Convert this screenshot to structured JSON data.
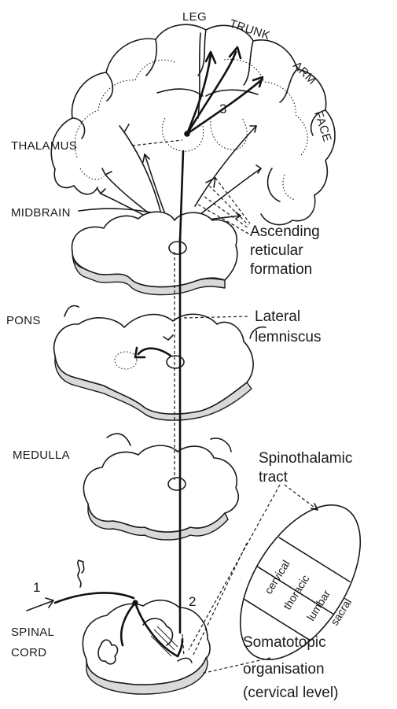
{
  "labels": {
    "leg": "LEG",
    "trunk": "TRUNK",
    "arm": "ARM",
    "face": "FACE",
    "thalamus": "THALAMUS",
    "midbrain": "MIDBRAIN",
    "pons": "PONS",
    "medulla": "MEDULLA",
    "spinal": "SPINAL",
    "cord": "CORD",
    "ascending_1": "Ascending",
    "ascending_2": "reticular",
    "ascending_3": "formation",
    "lateral_1": "Lateral",
    "lateral_2": "lemniscus",
    "spinothalamic_1": "Spinothalamic",
    "spinothalamic_2": "tract",
    "somatotopic_1": "Somatotopic",
    "somatotopic_2": "organisation",
    "somatotopic_3": "(cervical level)"
  },
  "neuron_numbers": {
    "first": "1",
    "second": "2",
    "third": "3"
  },
  "cross_section_bands": [
    "cervical",
    "thoracic",
    "lumbar",
    "sacral"
  ]
}
